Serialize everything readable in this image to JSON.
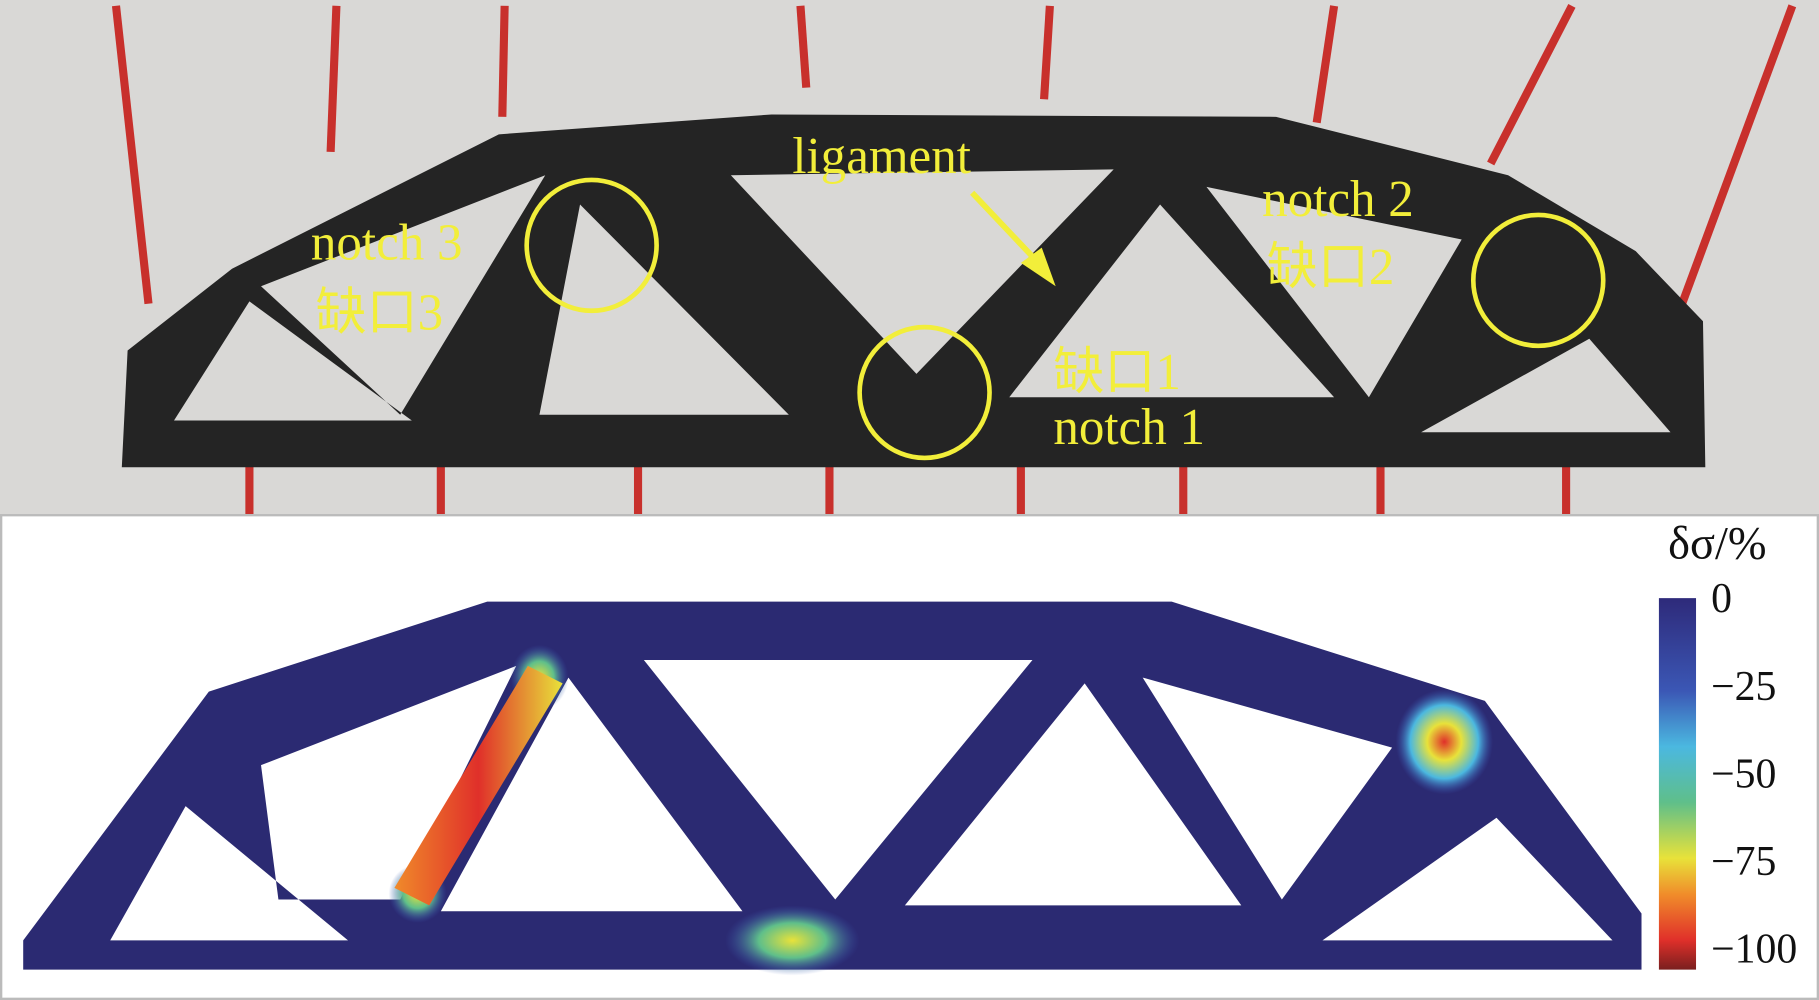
{
  "photo": {
    "labels": {
      "notch3_en": "notch 3",
      "notch3_zh": "缺口3",
      "ligament": "ligament",
      "notch2_en": "notch 2",
      "notch2_zh": "缺口2",
      "notch1_zh": "缺口1",
      "notch1_en": "notch 1"
    },
    "annotation_color": "#f2ee3a"
  },
  "simulation": {
    "colorbar": {
      "title": "δσ/%",
      "ticks": [
        "0",
        "−25",
        "−50",
        "−75",
        "−100"
      ],
      "range": [
        0,
        -100
      ],
      "colormap": [
        "#2e2a7a",
        "#3b57b5",
        "#4bb8e0",
        "#5fbf8a",
        "#e8e23a",
        "#f08a2a",
        "#e0302a",
        "#7a1f1f"
      ]
    },
    "body_color": "#2b2a72"
  }
}
